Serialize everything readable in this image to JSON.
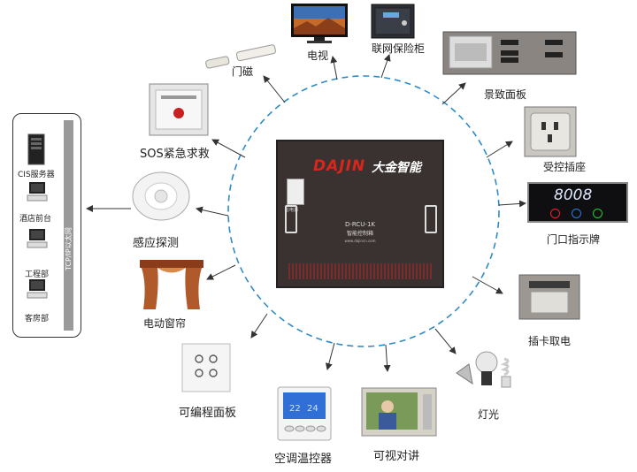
{
  "network": {
    "backbone_label": "TCP/IP以太网",
    "nodes": [
      {
        "label": "CIS服务器"
      },
      {
        "label": "酒店前台"
      },
      {
        "label": "工程部"
      },
      {
        "label": "客房部"
      }
    ]
  },
  "controller": {
    "brand": "DAJIN",
    "brand_cn": "大金智能",
    "model": "D-RCU-1K",
    "name": "智能控制箱",
    "small_text": "www.dajincn.com",
    "switch_label": "总电源"
  },
  "devices": {
    "door_magnet": "门磁",
    "tv": "电视",
    "safe": "联网保险柜",
    "scene_panel": "景致面板",
    "sos": "SOS紧急求救",
    "socket": "受控插座",
    "door_sign": "门口指示牌",
    "door_sign_number": "8008",
    "sensor": "感应探测",
    "curtain": "电动窗帘",
    "card_power": "插卡取电",
    "prog_panel": "可编程面板",
    "light": "灯光",
    "thermostat": "空调温控器",
    "video_intercom": "可视对讲"
  },
  "colors": {
    "ring": "#2e8bc9",
    "controller_bg": "#3a3131",
    "brand_red": "#d9261c"
  }
}
